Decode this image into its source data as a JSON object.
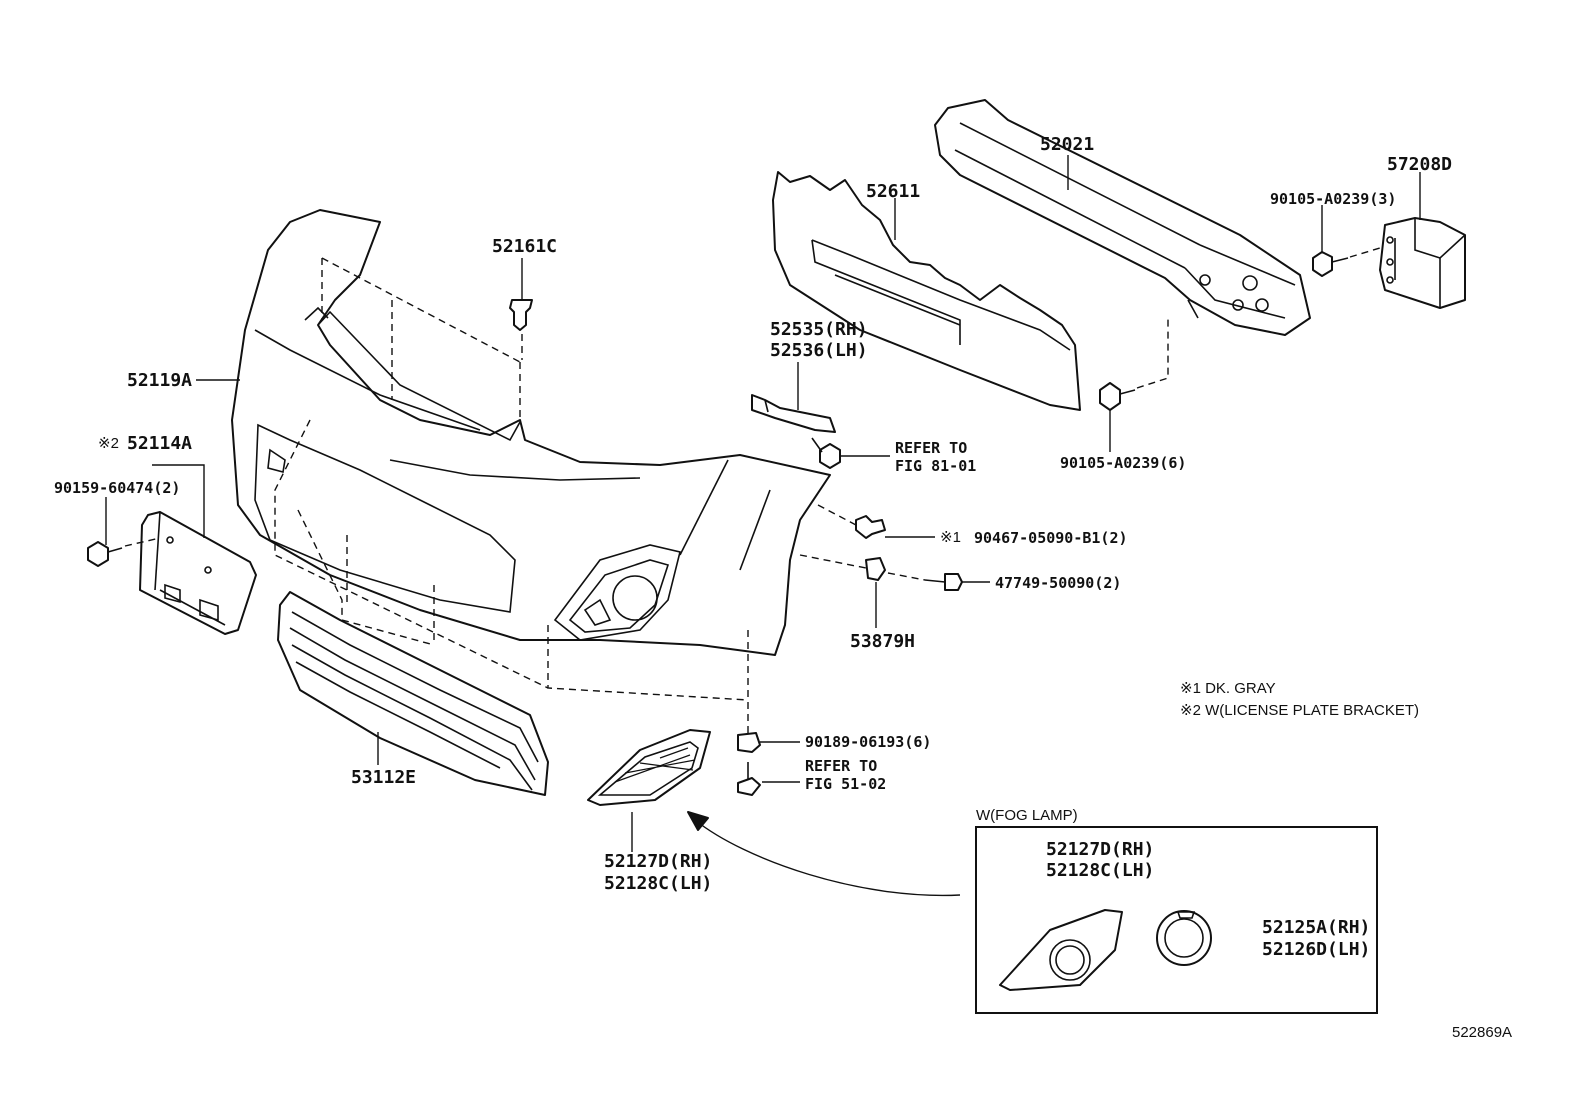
{
  "callouts": {
    "c52021": "52021",
    "c57208d": "57208D",
    "c52611": "52611",
    "c90105_3": "90105-A0239(3)",
    "c52161c": "52161C",
    "c52535": "52535(RH)",
    "c52536": "52536(LH)",
    "c52119a": "52119A",
    "c52114a_mark": "※2",
    "c52114a": "52114A",
    "c90159": "90159-60474(2)",
    "c90105_6": "90105-A0239(6)",
    "refer1_a": "REFER TO",
    "refer1_b": "FIG 81-01",
    "c90467_mark": "※1",
    "c90467": "90467-05090-B1(2)",
    "c47749": "47749-50090(2)",
    "c53879h": "53879H",
    "c90189": "90189-06193(6)",
    "refer2_a": "REFER TO",
    "refer2_b": "FIG 51-02",
    "c53112e": "53112E",
    "c52127d": "52127D(RH)",
    "c52128c": "52128C(LH)",
    "box_c52127d": "52127D(RH)",
    "box_c52128c": "52128C(LH)",
    "c52125a": "52125A(RH)",
    "c52126d": "52126D(LH)"
  },
  "notes": {
    "note1": "※1 DK. GRAY",
    "note2": "※2 W(LICENSE PLATE BRACKET)",
    "box_title": "W(FOG LAMP)"
  },
  "drawing_id": "522869A"
}
